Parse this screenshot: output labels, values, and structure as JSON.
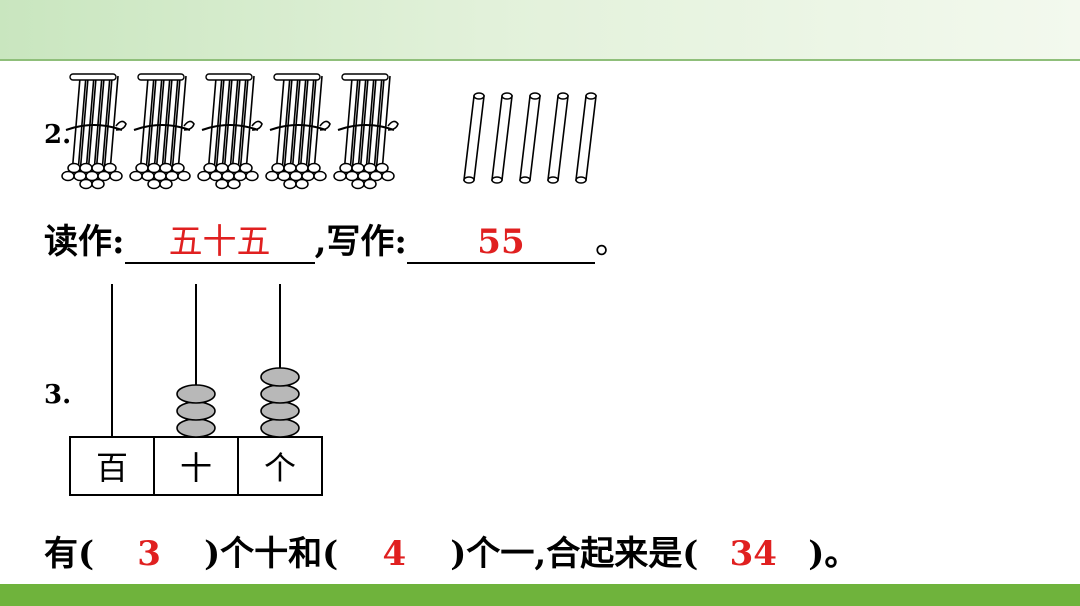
{
  "q2": {
    "number": "2.",
    "bundle_count": 5,
    "single_stick_count": 5,
    "read_label": "读作:",
    "read_answer": "五十五",
    "separator": ",写作:",
    "write_answer": "55",
    "end_mark": "。"
  },
  "q3": {
    "number": "3.",
    "columns": [
      "百",
      "十",
      "个"
    ],
    "beads": [
      0,
      3,
      4
    ],
    "sentence": {
      "part1": "有(",
      "answer1": "3",
      "part2": ")个十和(",
      "answer2": "4",
      "part3": ")个一,合起来是(",
      "answer3": "34",
      "part4": ")。"
    }
  },
  "colors": {
    "answer": "#e02020",
    "bottom_band": "#6fb33c",
    "top_band": "#c9e6bf"
  }
}
